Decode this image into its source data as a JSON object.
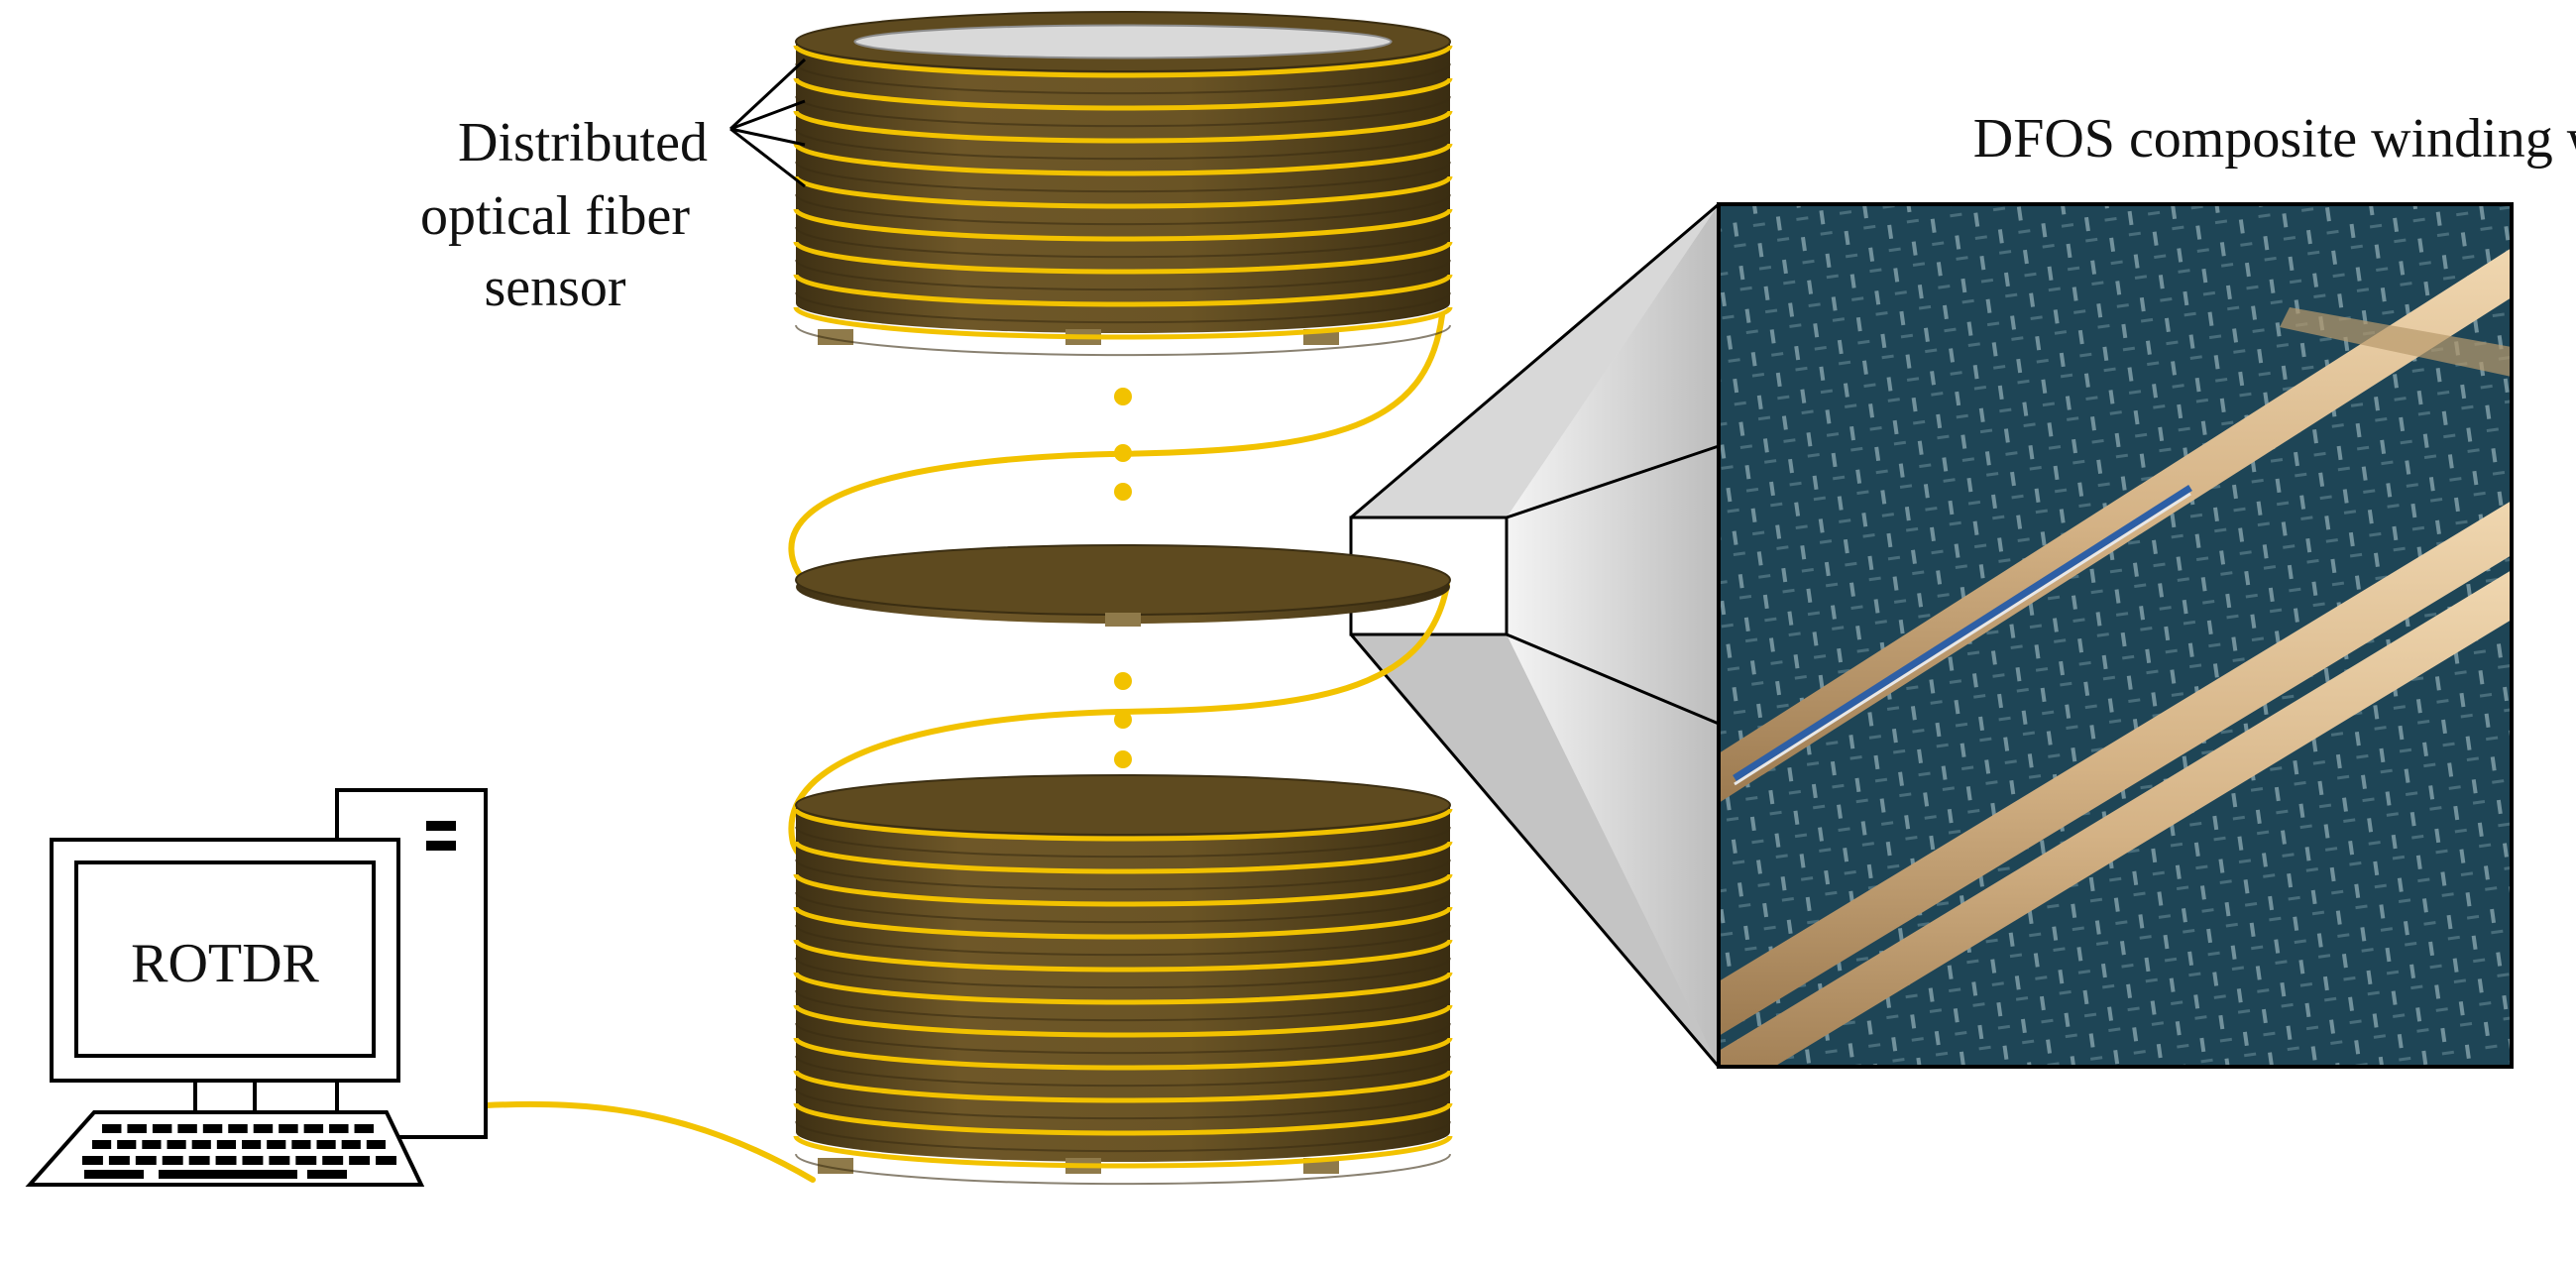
{
  "labels": {
    "sensor_line1": "Distributed",
    "sensor_line2": "optical fiber",
    "sensor_line3": "sensor",
    "inset_title": "DFOS composite winding wire",
    "computer_screen": "ROTDR"
  },
  "colors": {
    "fiber": "#f2c200",
    "disc_body": "#6b5424",
    "disc_top": "#5e4a1f",
    "disc_edge": "#3b2e12",
    "mesh_bg": "#1f4a5c",
    "wire": "#d9ba8c",
    "outline": "#000000"
  },
  "stacks": {
    "top_disc_count": 9,
    "bottom_disc_count": 11
  }
}
